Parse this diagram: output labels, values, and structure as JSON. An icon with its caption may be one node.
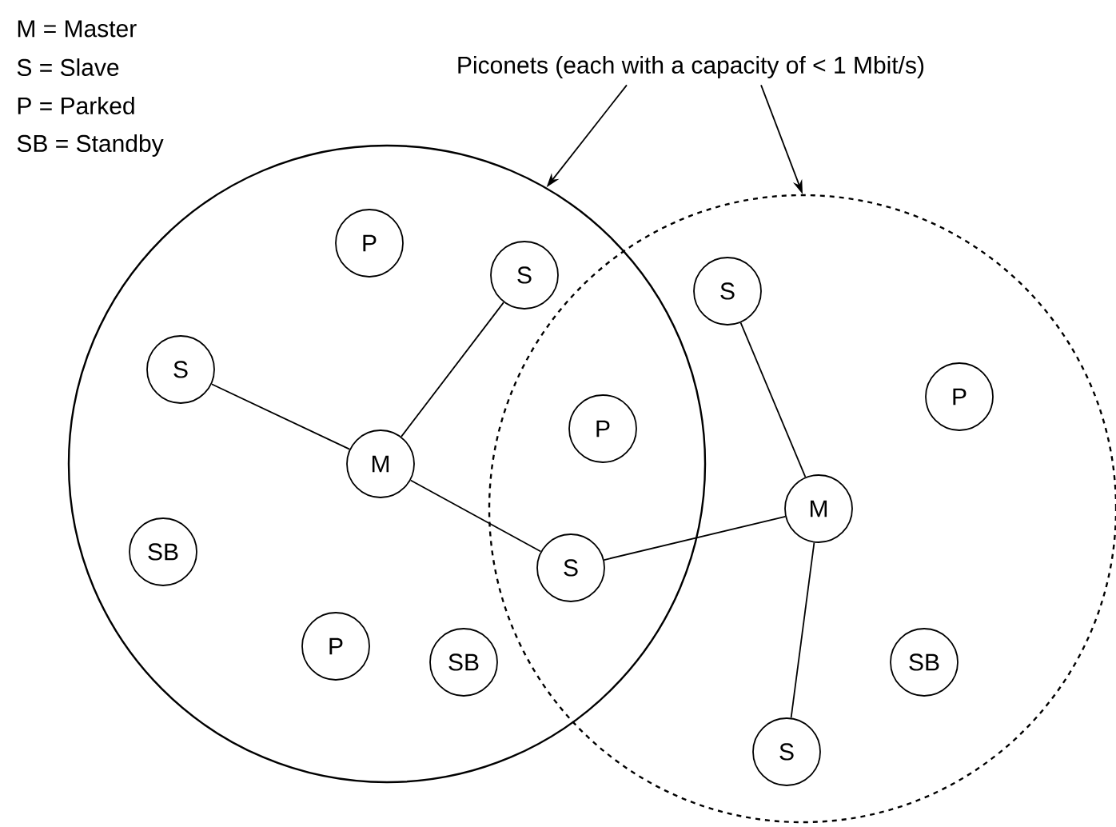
{
  "diagram": {
    "nodes": [
      {
        "text": [
          "Piconets (each with a capacity of < 1 Mbit/s)"
        ]
      },
      {
        "text": [],
        "shape": "circle"
      },
      {
        "text": [],
        "shape": "circle"
      },
      {
        "text": [
          "P"
        ],
        "in": 1
      },
      {
        "text": [
          "S"
        ],
        "in": 1
      },
      {
        "text": [
          "S"
        ],
        "in": 1
      },
      {
        "text": [
          "M"
        ],
        "in": 1
      },
      {
        "text": [
          "SB"
        ],
        "in": 1
      },
      {
        "text": [
          "P"
        ],
        "in": 1
      },
      {
        "text": [
          "SB"
        ],
        "in": 1
      },
      {
        "text": [
          "P"
        ]
      },
      {
        "text": [
          "S"
        ]
      },
      {
        "text": [
          "S"
        ],
        "in": 2
      },
      {
        "text": [
          "P"
        ],
        "in": 2
      },
      {
        "text": [
          "M"
        ],
        "in": 2
      },
      {
        "text": [
          "SB"
        ],
        "in": 2
      },
      {
        "text": [
          "S"
        ],
        "in": 2
      }
    ],
    "edges": [
      {
        "from": 0,
        "to": 1,
        "arrow": "to"
      },
      {
        "from": 0,
        "to": 2,
        "arrow": "to"
      },
      {
        "from": 6,
        "to": 5,
        "arrow": "none"
      },
      {
        "from": 6,
        "to": 4,
        "arrow": "none"
      },
      {
        "from": 6,
        "to": 11,
        "arrow": "none"
      },
      {
        "from": 11,
        "to": 14,
        "arrow": "none"
      },
      {
        "from": 14,
        "to": 12,
        "arrow": "none"
      },
      {
        "from": 14,
        "to": 16,
        "arrow": "none"
      }
    ],
    "labels": [
      "M = Master",
      "S = Slave",
      "P = Parked",
      "SB = Standby"
    ]
  }
}
